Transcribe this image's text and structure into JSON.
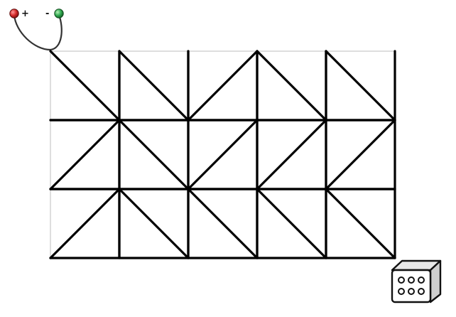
{
  "puzzle": {
    "rows": 3,
    "cols": 5,
    "diagonals": [
      [
        "\\",
        "\\",
        "/",
        "\\",
        "\\"
      ],
      [
        "/",
        "\\",
        "/",
        "/",
        "/"
      ],
      [
        "/",
        "\\",
        "\\",
        "\\",
        "\\"
      ]
    ],
    "colors": {
      "grid": "#c9c9c9",
      "segment": "#000000",
      "positive_terminal": "#d42a2a",
      "negative_terminal": "#2fa84f",
      "wire": "#333333"
    }
  },
  "battery": {
    "positive_label": "+",
    "negative_label": "-"
  },
  "die": {
    "icon": "die-six-icon",
    "value": 6
  }
}
